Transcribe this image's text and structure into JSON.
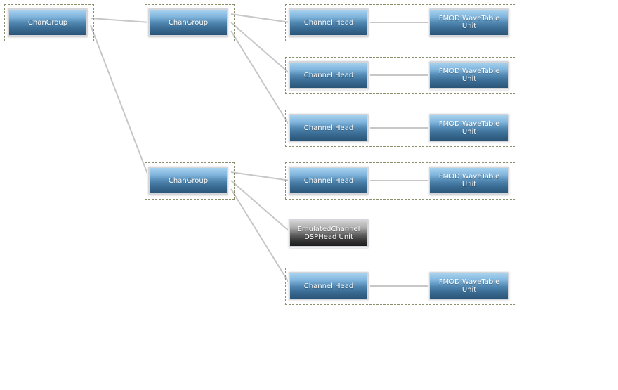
{
  "labels": {
    "chan_group": "ChanGroup",
    "channel_head": "Channel Head",
    "wavetable_unit_line1": "FMOD WaveTable",
    "wavetable_unit_line2": "Unit",
    "emulated_line1": "EmulatedChannel",
    "emulated_line2": "DSPHead Unit"
  },
  "colors": {
    "node_blue": "#4f86b0",
    "node_gray": "#616161",
    "link": "#c7c7c7",
    "group_border": "#8a8f6c"
  }
}
